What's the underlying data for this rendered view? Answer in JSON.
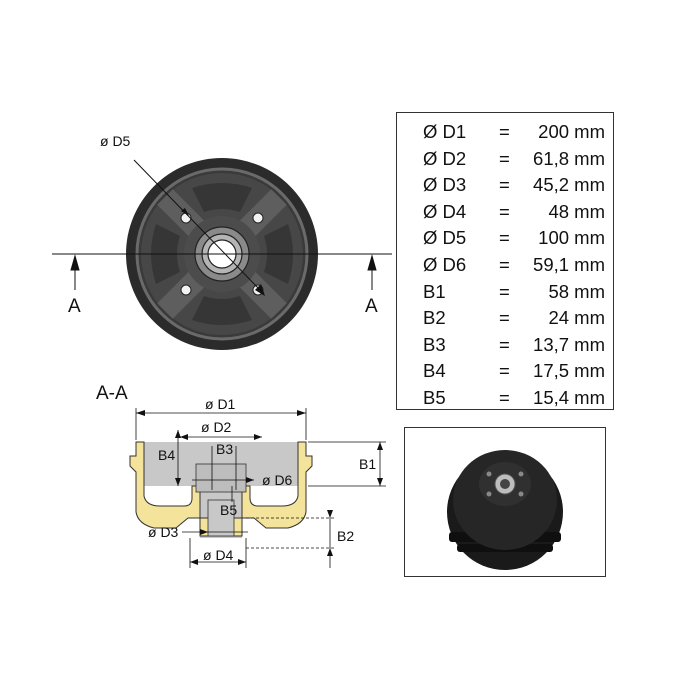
{
  "front_view": {
    "label_d5": "ø D5",
    "section_left": "A",
    "section_right": "A"
  },
  "section_view": {
    "title": "A-A",
    "labels": {
      "d1": "ø D1",
      "d2": "ø D2",
      "b3": "B3",
      "b4": "B4",
      "b1": "B1",
      "d6": "ø D6",
      "b5": "B5",
      "d3": "ø D3",
      "b2": "B2",
      "d4": "ø D4"
    }
  },
  "specs": [
    {
      "name": "Ø D1",
      "eq": "=",
      "value": "200 mm"
    },
    {
      "name": "Ø D2",
      "eq": "=",
      "value": "61,8 mm"
    },
    {
      "name": "Ø D3",
      "eq": "=",
      "value": "45,2 mm"
    },
    {
      "name": "Ø D4",
      "eq": "=",
      "value": "48 mm"
    },
    {
      "name": "Ø D5",
      "eq": "=",
      "value": "100 mm"
    },
    {
      "name": "Ø D6",
      "eq": "=",
      "value": "59,1 mm"
    },
    {
      "name": "B1",
      "eq": "=",
      "value": "58 mm"
    },
    {
      "name": "B2",
      "eq": "=",
      "value": "24 mm"
    },
    {
      "name": "B3",
      "eq": "=",
      "value": "13,7 mm"
    },
    {
      "name": "B4",
      "eq": "=",
      "value": "17,5 mm"
    },
    {
      "name": "B5",
      "eq": "=",
      "value": "15,4 mm"
    }
  ],
  "colors": {
    "drum_dark": "#2b2b2b",
    "drum_mid": "#5a5a5a",
    "section_fill": "#f4e39a",
    "section_gray": "#c8c8c8",
    "hub_ring": "#9a9a9a"
  }
}
